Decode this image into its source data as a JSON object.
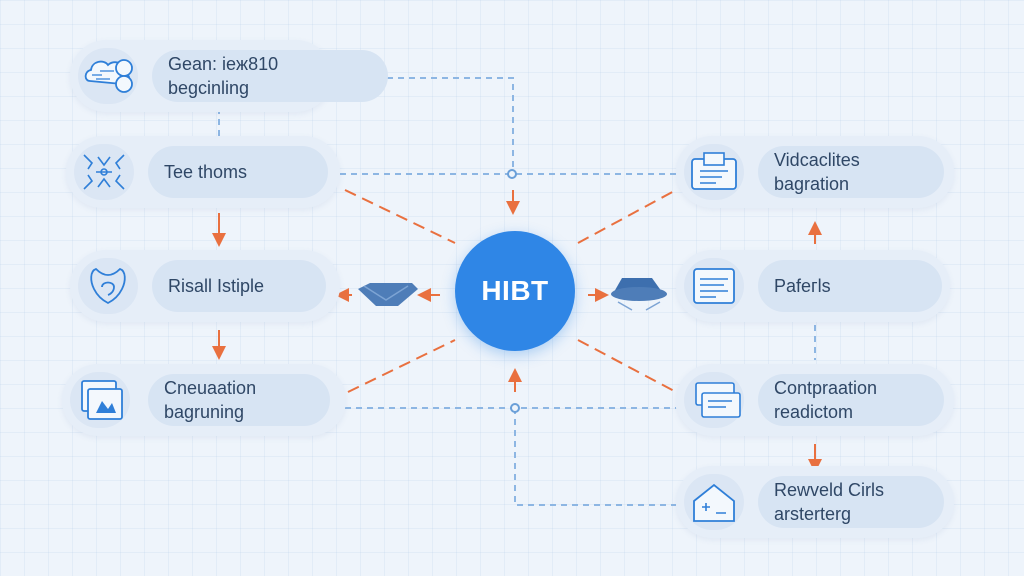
{
  "colors": {
    "hub": "#2f86e6",
    "accent_arrow": "#e9703f",
    "dashed_line": "#8db6e3",
    "node_bg": "#e6eef8",
    "pill_bg": "#d7e4f3",
    "text": "#2f4766",
    "icon": "#2f7fd8"
  },
  "hub": {
    "label": "HIBT"
  },
  "left_nodes": [
    {
      "icon": "cloud-network-icon",
      "line1": "Gean: ieж810",
      "line2": "begcinling"
    },
    {
      "icon": "circuit-pattern-icon",
      "line1": "Tee thoms",
      "line2": ""
    },
    {
      "icon": "shield-outline-icon",
      "line1": "Risall Istiple",
      "line2": ""
    },
    {
      "icon": "layered-document-icon",
      "line1": "Cneuaation",
      "line2": "bagruning"
    }
  ],
  "right_nodes": [
    {
      "icon": "document-list-icon",
      "line1": "Vidcaclites",
      "line2": "bagration"
    },
    {
      "icon": "text-document-icon",
      "line1": "Pаfeгls",
      "line2": ""
    },
    {
      "icon": "stacked-cards-icon",
      "line1": "Contpraation",
      "line2": "readictom"
    },
    {
      "icon": "house-outline-icon",
      "line1": "Rewveld Cirls",
      "line2": "arsterterg"
    }
  ],
  "side_icons": [
    {
      "name": "left-gem-icon"
    },
    {
      "name": "right-hat-icon"
    }
  ]
}
